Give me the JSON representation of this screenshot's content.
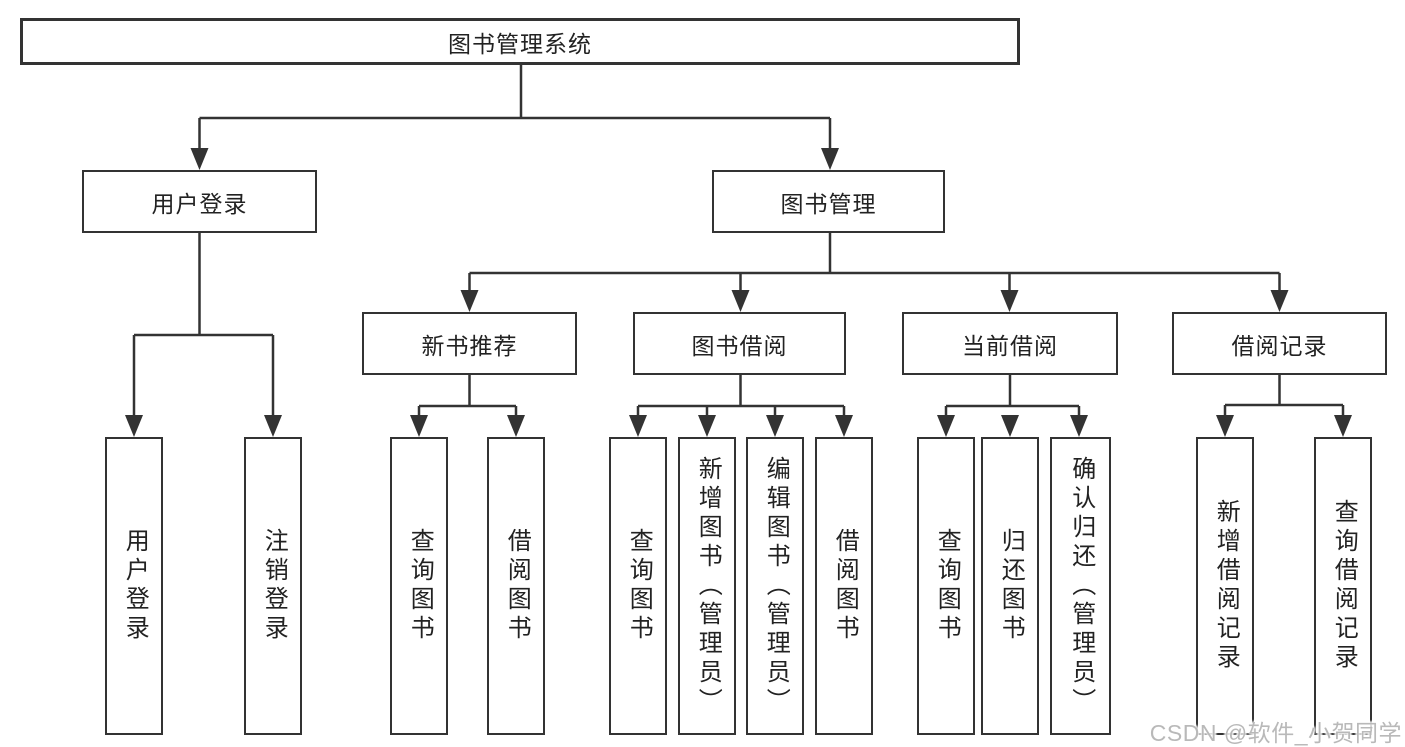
{
  "diagram": {
    "title": "图书管理系统",
    "level2": [
      {
        "label": "用户登录"
      },
      {
        "label": "图书管理"
      }
    ],
    "level3": [
      {
        "label": "新书推荐",
        "parent": "图书管理"
      },
      {
        "label": "图书借阅",
        "parent": "图书管理"
      },
      {
        "label": "当前借阅",
        "parent": "图书管理"
      },
      {
        "label": "借阅记录",
        "parent": "图书管理"
      }
    ],
    "leaves": [
      {
        "label": "用户登录",
        "parent": "用户登录"
      },
      {
        "label": "注销登录",
        "parent": "用户登录"
      },
      {
        "label": "查询图书",
        "parent": "新书推荐"
      },
      {
        "label": "借阅图书",
        "parent": "新书推荐"
      },
      {
        "label": "查询图书",
        "parent": "图书借阅"
      },
      {
        "label": "新增图书（管理员）",
        "parent": "图书借阅"
      },
      {
        "label": "编辑图书（管理员）",
        "parent": "图书借阅"
      },
      {
        "label": "借阅图书",
        "parent": "图书借阅"
      },
      {
        "label": "查询图书",
        "parent": "当前借阅"
      },
      {
        "label": "归还图书",
        "parent": "当前借阅"
      },
      {
        "label": "确认归还（管理员）",
        "parent": "当前借阅"
      },
      {
        "label": "新增借阅记录",
        "parent": "借阅记录"
      },
      {
        "label": "查询借阅记录",
        "parent": "借阅记录"
      }
    ],
    "watermark": "CSDN @软件_小贺同学",
    "colors": {
      "line": "#333333",
      "text": "#222222",
      "watermark": "#b9b9b9",
      "background": "#ffffff"
    }
  }
}
